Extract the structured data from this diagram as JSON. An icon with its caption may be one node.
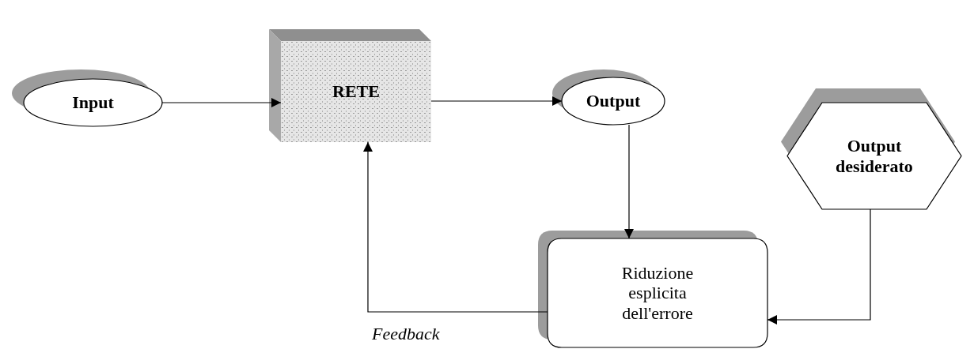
{
  "diagram": {
    "nodes": [
      {
        "text": [
          "Input"
        ]
      },
      {
        "text": [
          "RETE"
        ]
      },
      {
        "text": [
          "Output"
        ]
      },
      {
        "text": [
          "Output desiderato"
        ]
      },
      {
        "text": [
          "Riduzione esplicita dell'errore"
        ]
      }
    ],
    "edges": [
      {
        "from": 0,
        "to": 1,
        "arrow": "to"
      },
      {
        "from": 1,
        "to": 2,
        "arrow": "to"
      },
      {
        "from": 2,
        "to": 4,
        "arrow": "to"
      },
      {
        "from": 3,
        "to": 4,
        "arrow": "to"
      },
      {
        "from": 4,
        "to": 1,
        "arrow": "to",
        "label": "Feedback"
      }
    ]
  }
}
